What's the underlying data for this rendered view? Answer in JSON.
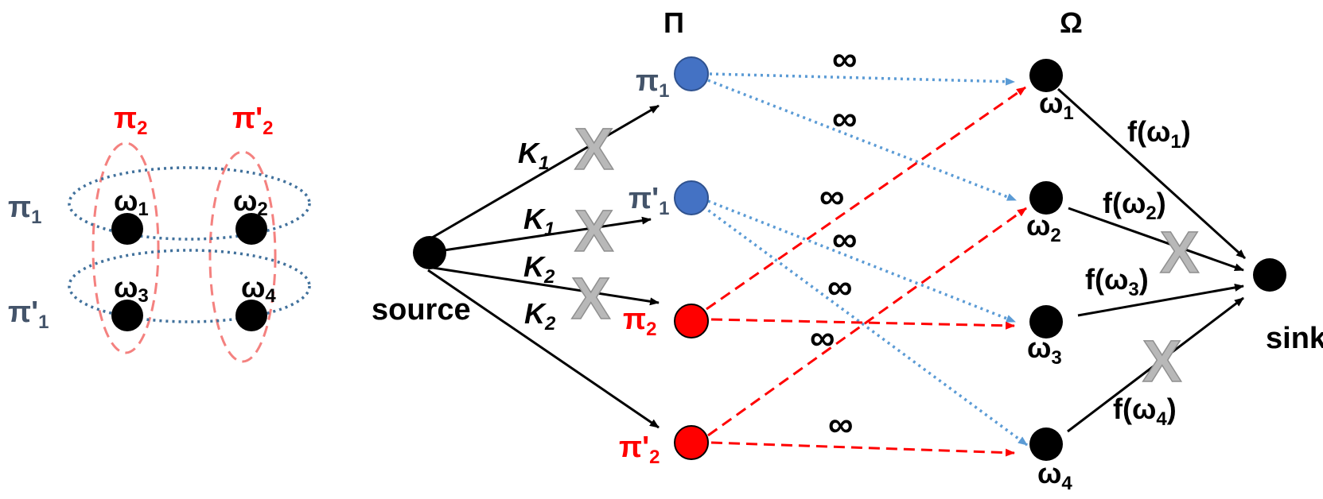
{
  "colors": {
    "pi_blue_node": "#4472c4",
    "pi_red_node": "#ff0000",
    "blue_label": "#44546a",
    "red_label": "#ff0000",
    "blue_dotted_edge": "#5b9bd5",
    "red_dashed_edge": "#ff0000",
    "left_blue_ellipse": "#41719c",
    "left_red_ellipse": "#f4817f",
    "cross": "#b8b8b8"
  },
  "left": {
    "pi2": {
      "base": "π",
      "sub": "2"
    },
    "pi2p": {
      "base": "π'",
      "sub": "2"
    },
    "pi1": {
      "base": "π",
      "sub": "1"
    },
    "pi1p": {
      "base": "π'",
      "sub": "1"
    },
    "w1": {
      "base": "ω",
      "sub": "1"
    },
    "w2": {
      "base": "ω",
      "sub": "2"
    },
    "w3": {
      "base": "ω",
      "sub": "3"
    },
    "w4": {
      "base": "ω",
      "sub": "4"
    }
  },
  "graph": {
    "header_pi": "Π",
    "header_omega": "Ω",
    "source": "source",
    "sink": "sink",
    "k1a": {
      "base": "K",
      "sub": "1"
    },
    "k1b": {
      "base": "K",
      "sub": "1"
    },
    "k2a": {
      "base": "K",
      "sub": "2"
    },
    "k2b": {
      "base": "K",
      "sub": "2"
    },
    "pi1": {
      "base": "π",
      "sub": "1"
    },
    "pi1p": {
      "base": "π'",
      "sub": "1"
    },
    "pi2": {
      "base": "π",
      "sub": "2"
    },
    "pi2p": {
      "base": "π'",
      "sub": "2"
    },
    "w1": {
      "base": "ω",
      "sub": "1"
    },
    "w2": {
      "base": "ω",
      "sub": "2"
    },
    "w3": {
      "base": "ω",
      "sub": "3"
    },
    "w4": {
      "base": "ω",
      "sub": "4"
    },
    "f1": {
      "pre": "f(ω",
      "sub": "1",
      "post": ")"
    },
    "f2": {
      "pre": "f(ω",
      "sub": "2",
      "post": ")"
    },
    "f3": {
      "pre": "f(ω",
      "sub": "3",
      "post": ")"
    },
    "f4": {
      "pre": "f(ω",
      "sub": "4",
      "post": ")"
    },
    "infinity": [
      "∞",
      "∞",
      "∞",
      "∞",
      "∞",
      "∞",
      "∞"
    ],
    "cut_mark": "X"
  }
}
